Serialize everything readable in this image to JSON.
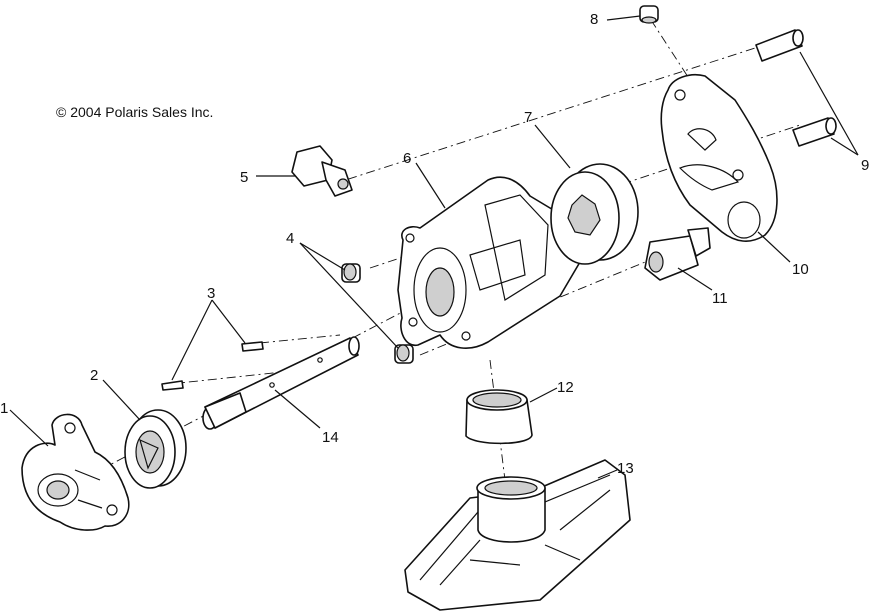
{
  "diagram": {
    "copyright": "© 2004 Polaris Sales Inc.",
    "callouts": [
      "1",
      "2",
      "3",
      "4",
      "5",
      "6",
      "7",
      "8",
      "9",
      "10",
      "11",
      "12",
      "13",
      "14"
    ]
  }
}
